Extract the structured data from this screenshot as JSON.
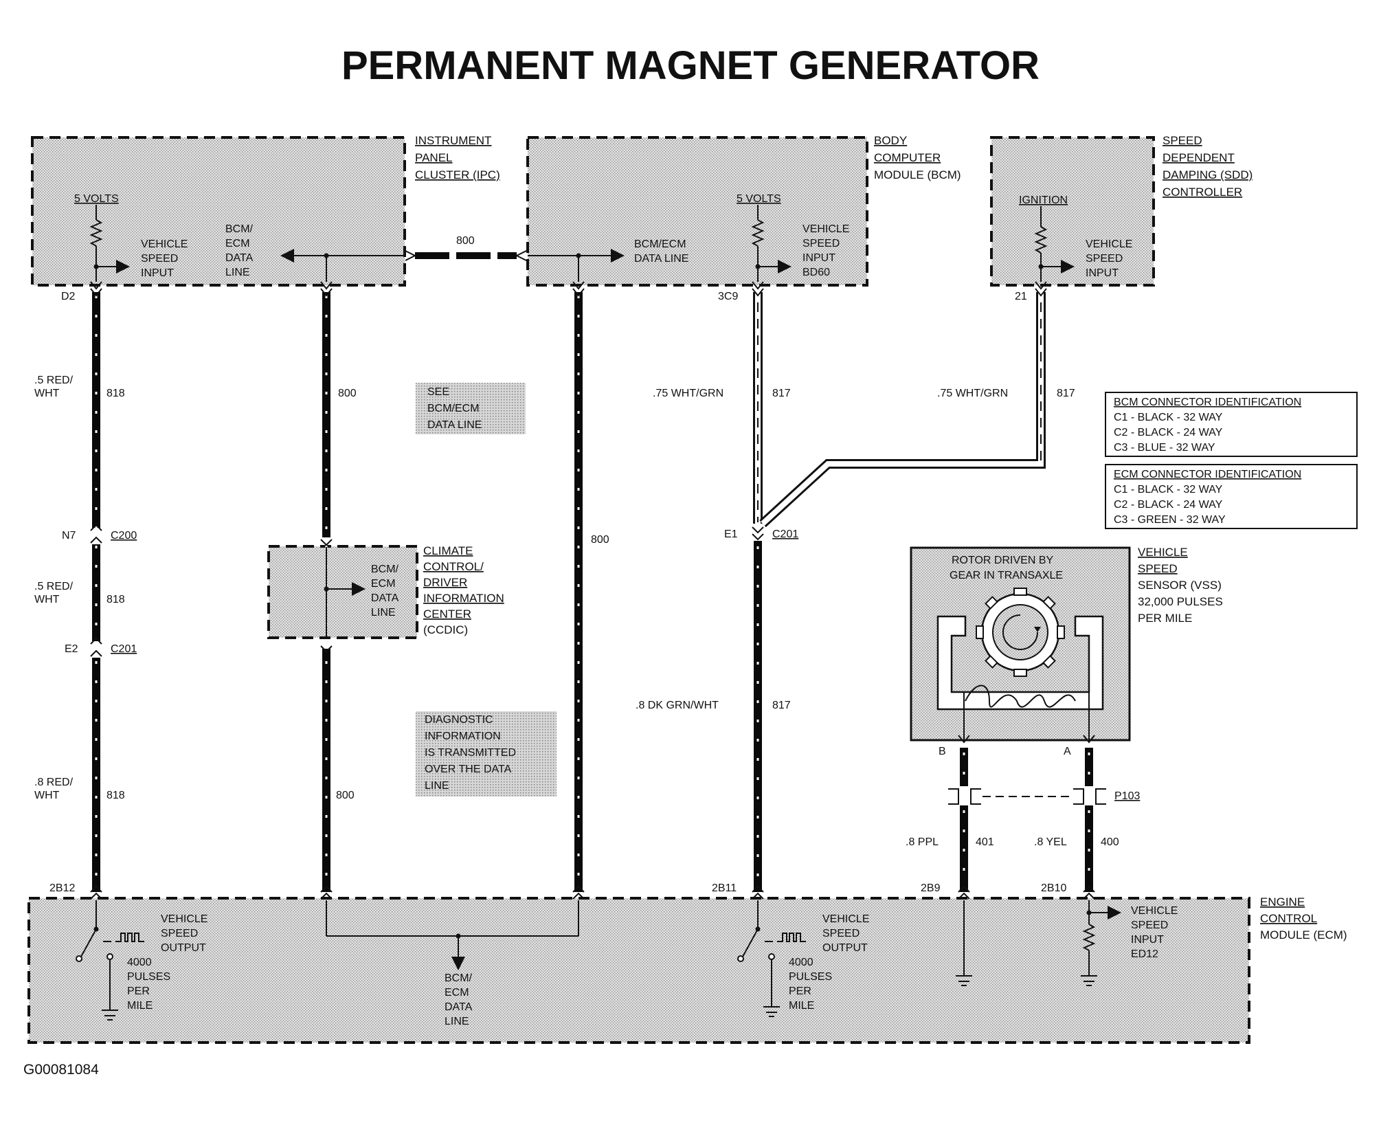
{
  "title": "PERMANENT MAGNET GENERATOR",
  "figure_id": "G00081084",
  "modules": {
    "ipc": {
      "name": [
        "INSTRUMENT",
        "PANEL",
        "CLUSTER (IPC)"
      ],
      "supply": "5 VOLTS",
      "input": [
        "VEHICLE",
        "SPEED",
        "INPUT"
      ],
      "data_line": [
        "BCM/",
        "ECM",
        "DATA",
        "LINE"
      ]
    },
    "bcm": {
      "name": [
        "BODY",
        "COMPUTER",
        "MODULE (BCM)"
      ],
      "supply": "5 VOLTS",
      "data_line": [
        "BCM/ECM",
        "DATA LINE"
      ],
      "input": [
        "VEHICLE",
        "SPEED",
        "INPUT",
        "BD60"
      ]
    },
    "sdd": {
      "name": [
        "SPEED",
        "DEPENDENT",
        "DAMPING (SDD)",
        "CONTROLLER"
      ],
      "supply": "IGNITION",
      "input": [
        "VEHICLE",
        "SPEED",
        "INPUT"
      ]
    },
    "ccdic": {
      "name": [
        "CLIMATE",
        "CONTROL/",
        "DRIVER",
        "INFORMATION",
        "CENTER",
        "(CCDIC)"
      ],
      "data_line": [
        "BCM/",
        "ECM",
        "DATA",
        "LINE"
      ]
    },
    "ecm": {
      "name": [
        "ENGINE",
        "CONTROL",
        "MODULE (ECM)"
      ],
      "output_left": [
        "VEHICLE",
        "SPEED",
        "OUTPUT"
      ],
      "pulses_left": [
        "4000",
        "PULSES",
        "PER",
        "MILE"
      ],
      "data_line": [
        "BCM/",
        "ECM",
        "DATA",
        "LINE"
      ],
      "output_mid": [
        "VEHICLE",
        "SPEED",
        "OUTPUT"
      ],
      "pulses_mid": [
        "4000",
        "PULSES",
        "PER",
        "MILE"
      ],
      "input_right": [
        "VEHICLE",
        "SPEED",
        "INPUT",
        "ED12"
      ]
    },
    "vss": {
      "name": [
        "VEHICLE",
        "SPEED",
        "SENSOR (VSS)",
        "32,000 PULSES",
        "PER MILE"
      ],
      "rotor": [
        "ROTOR DRIVEN BY",
        "GEAR IN TRANSAXLE"
      ],
      "pin_b": "B",
      "pin_a": "A"
    }
  },
  "notes": {
    "see_data_line": [
      "SEE",
      "BCM/ECM",
      "DATA LINE"
    ],
    "diagnostic": [
      "DIAGNOSTIC",
      "INFORMATION",
      "IS TRANSMITTED",
      "OVER THE DATA",
      "LINE"
    ]
  },
  "pins": {
    "d2": "D2",
    "3c9": "3C9",
    "21": "21",
    "n7": "N7",
    "c200": "C200",
    "e2": "E2",
    "c201_left": "C201",
    "e1": "E1",
    "c201_mid": "C201",
    "p103": "P103",
    "2b12": "2B12",
    "2b11": "2B11",
    "2b9": "2B9",
    "2b10": "2B10"
  },
  "wires": {
    "w818_a": {
      "color": ".5 RED/\nWHT",
      "circuit": "818"
    },
    "w818_b": {
      "color": ".5 RED/\nWHT",
      "circuit": "818"
    },
    "w818_c": {
      "color": ".8 RED/\nWHT",
      "circuit": "818"
    },
    "w800_a": {
      "circuit": "800"
    },
    "w800_b": {
      "circuit": "800"
    },
    "w800_c": {
      "circuit": "800"
    },
    "w800_h": {
      "circuit": "800"
    },
    "w817_a": {
      "color": ".75 WHT/GRN",
      "circuit": "817"
    },
    "w817_b": {
      "color": ".75 WHT/GRN",
      "circuit": "817"
    },
    "w817_c": {
      "color": ".8 DK GRN/WHT",
      "circuit": "817"
    },
    "w401": {
      "color": ".8 PPL",
      "circuit": "401"
    },
    "w400": {
      "color": ".8 YEL",
      "circuit": "400"
    }
  },
  "connector_ids": {
    "bcm": {
      "title": "BCM CONNECTOR IDENTIFICATION",
      "rows": [
        "C1 - BLACK - 32 WAY",
        "C2 - BLACK - 24 WAY",
        "C3 - BLUE - 32 WAY"
      ]
    },
    "ecm": {
      "title": "ECM CONNECTOR IDENTIFICATION",
      "rows": [
        "C1 - BLACK - 32 WAY",
        "C2 - BLACK - 24 WAY",
        "C3 - GREEN - 32 WAY"
      ]
    }
  }
}
